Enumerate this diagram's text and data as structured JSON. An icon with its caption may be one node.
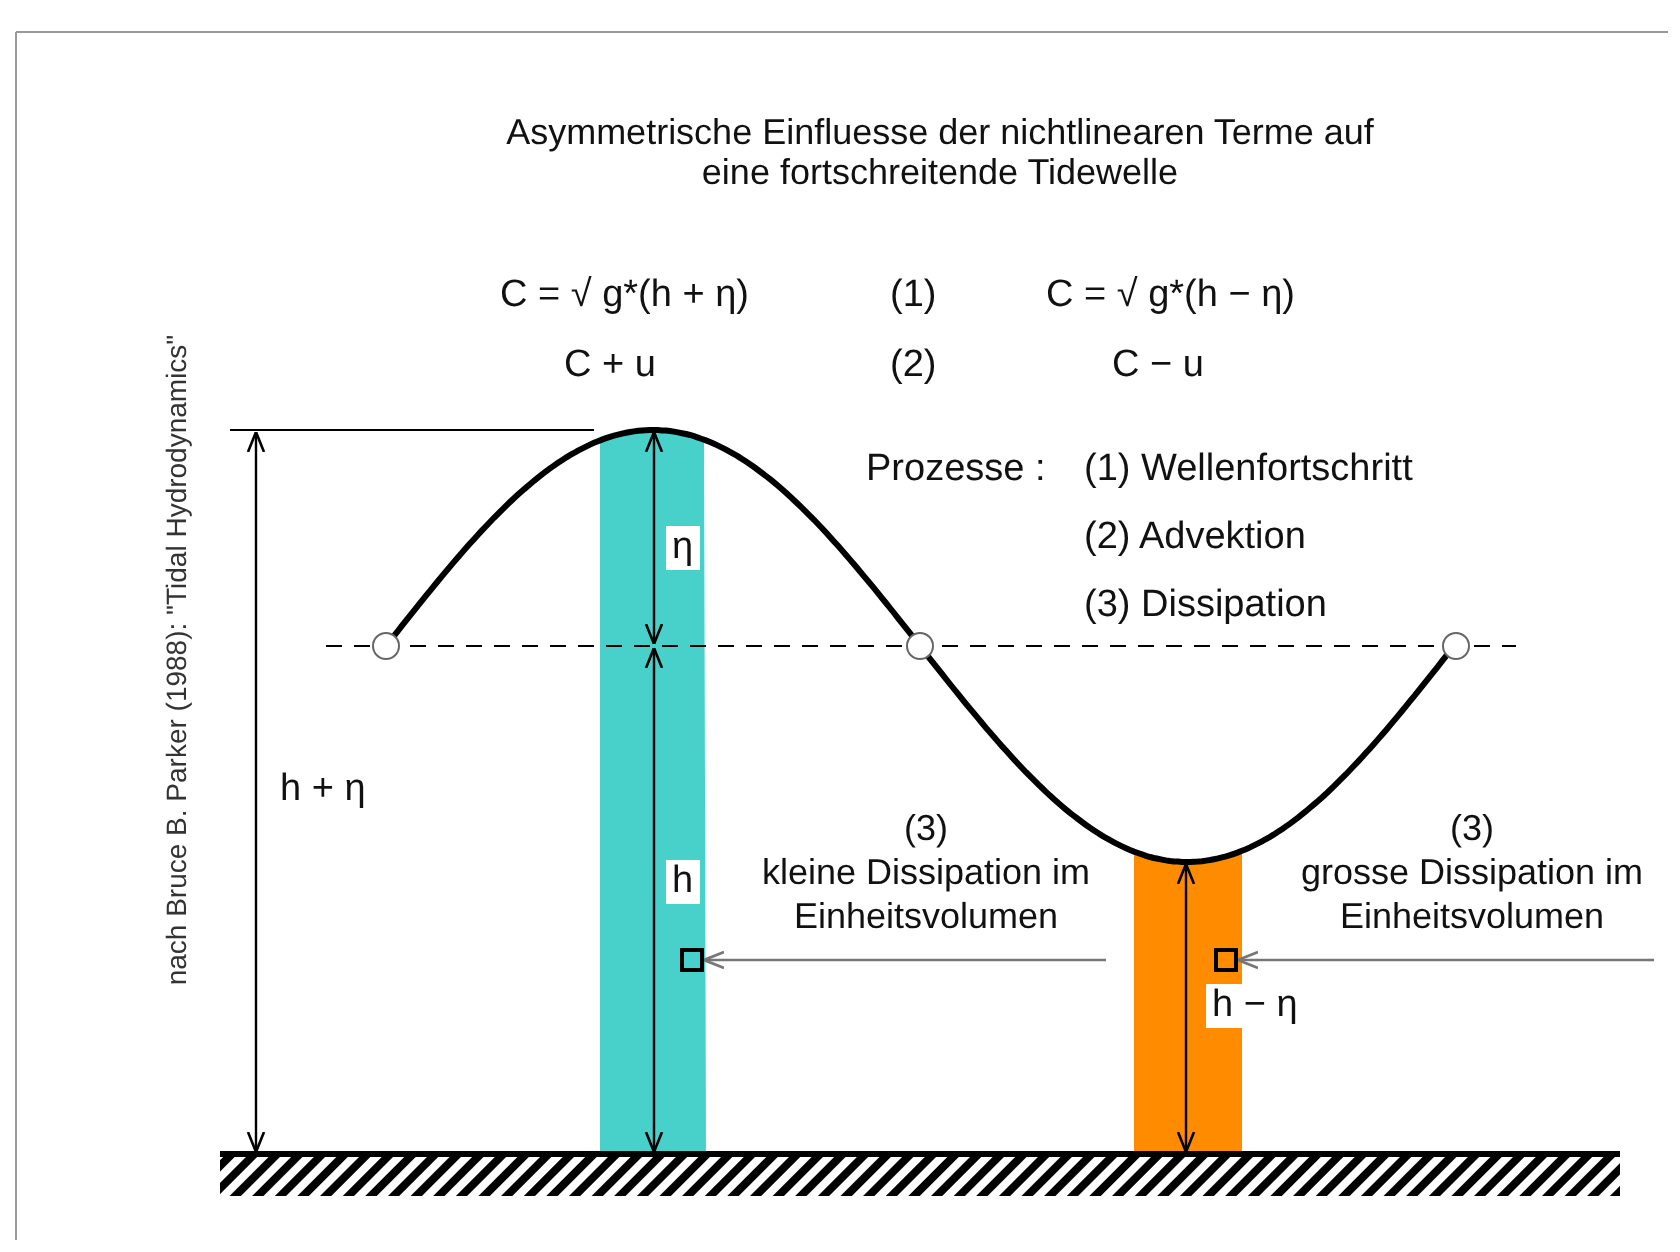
{
  "diagram": {
    "title": "Asymmetrische Einfluesse der nichtlinearen Terme auf eine fortschreitende Tidewelle",
    "nodes": [
      {
        "text": [
          "(3)",
          "kleine Dissipation im Einheitsvolumen"
        ]
      },
      {
        "text": [],
        "shape": "box"
      },
      {
        "text": [
          "(3)",
          "grosse Dissipation im Einheitsvolumen"
        ]
      },
      {
        "text": [],
        "shape": "box"
      }
    ],
    "edges": [
      {
        "from": 0,
        "to": 1,
        "arrow": "to"
      },
      {
        "from": 2,
        "to": 3,
        "arrow": "to"
      }
    ],
    "labels": [
      "C = √ g*(h + η)",
      "(1)",
      "C = √ g*(h − η)",
      "C + u",
      "(2)",
      "C − u",
      "Prozesse :",
      "(1) Wellenfortschritt",
      "(2) Advektion",
      "(3) Dissipation",
      "η",
      "h + η",
      "h",
      "h − η",
      "nach Bruce B. Parker (1988): \"Tidal Hydrodynamics\""
    ]
  }
}
